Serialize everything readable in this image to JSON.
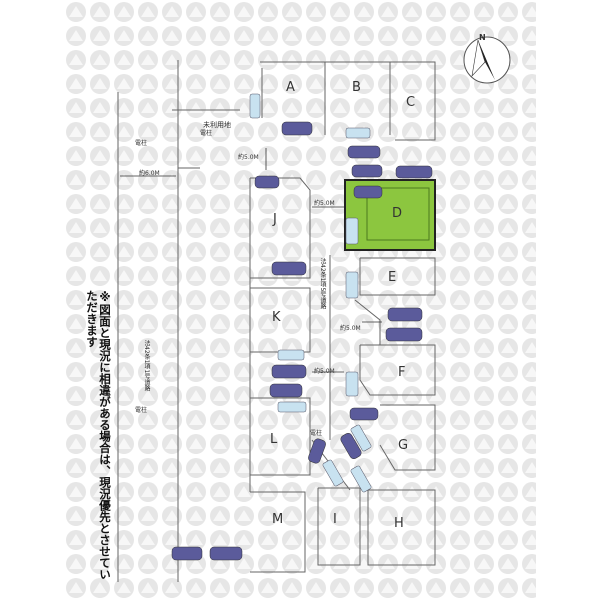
{
  "lots": [
    "A",
    "B",
    "C",
    "D",
    "E",
    "F",
    "G",
    "H",
    "I",
    "J",
    "K",
    "L",
    "M"
  ],
  "highlight_lot": "D",
  "highlight_color": "#8cc63f",
  "labels": {
    "unused_land": "未利用地",
    "utility_pole": "電柱",
    "road_50": "約5.0M",
    "road_60": "約6.0M",
    "road_42_private": "法42条1項5号道路",
    "road_42_public": "法42条1項1号道路",
    "north": "N"
  },
  "notice": "※図面と現況に相違がある場合は、現況優先とさせていただきます"
}
